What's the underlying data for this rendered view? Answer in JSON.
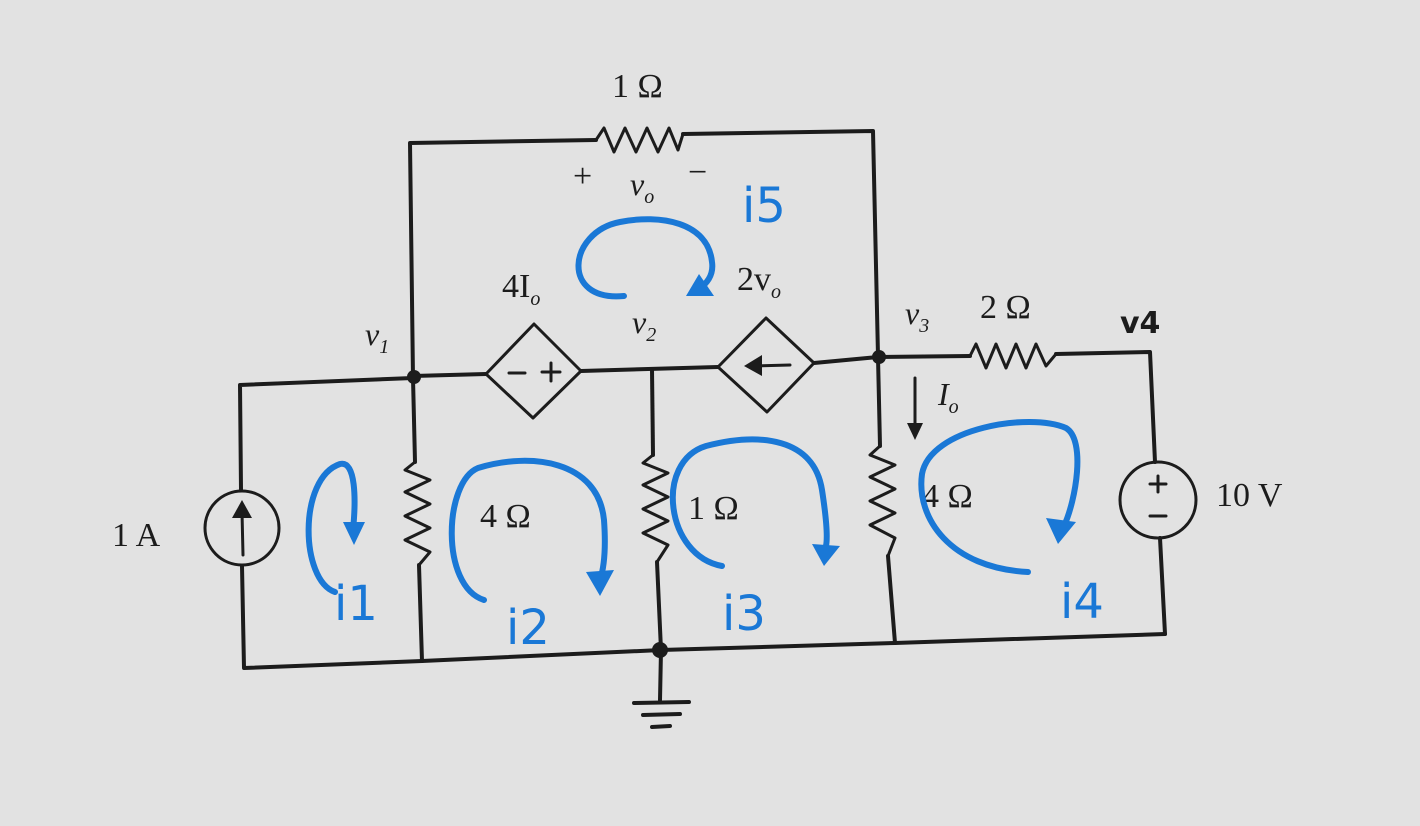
{
  "components": {
    "r_top": "1 Ω",
    "vo_plus": "+",
    "vo_label": "v",
    "vo_sub": "o",
    "vo_minus": "−",
    "dep_v_source": "4I",
    "dep_v_source_sub": "o",
    "dep_c_source": "2v",
    "dep_c_source_sub": "o",
    "r_23": "2 Ω",
    "r_v1": "4 Ω",
    "r_v2": "1 Ω",
    "r_v3": "4 Ω",
    "current_source": "1 A",
    "voltage_source": "10 V",
    "io_label": "I",
    "io_sub": "o"
  },
  "nodes": {
    "v1": "v",
    "v1_sub": "1",
    "v2": "v",
    "v2_sub": "2",
    "v3": "v",
    "v3_sub": "3",
    "v4": "v4"
  },
  "meshes": {
    "i1": "i1",
    "i2": "i2",
    "i3": "i3",
    "i4": "i4",
    "i5": "i5"
  },
  "colors": {
    "ink": "#1c1c1c",
    "annotation_blue": "#1a78d6",
    "background": "#e2e2e2"
  }
}
